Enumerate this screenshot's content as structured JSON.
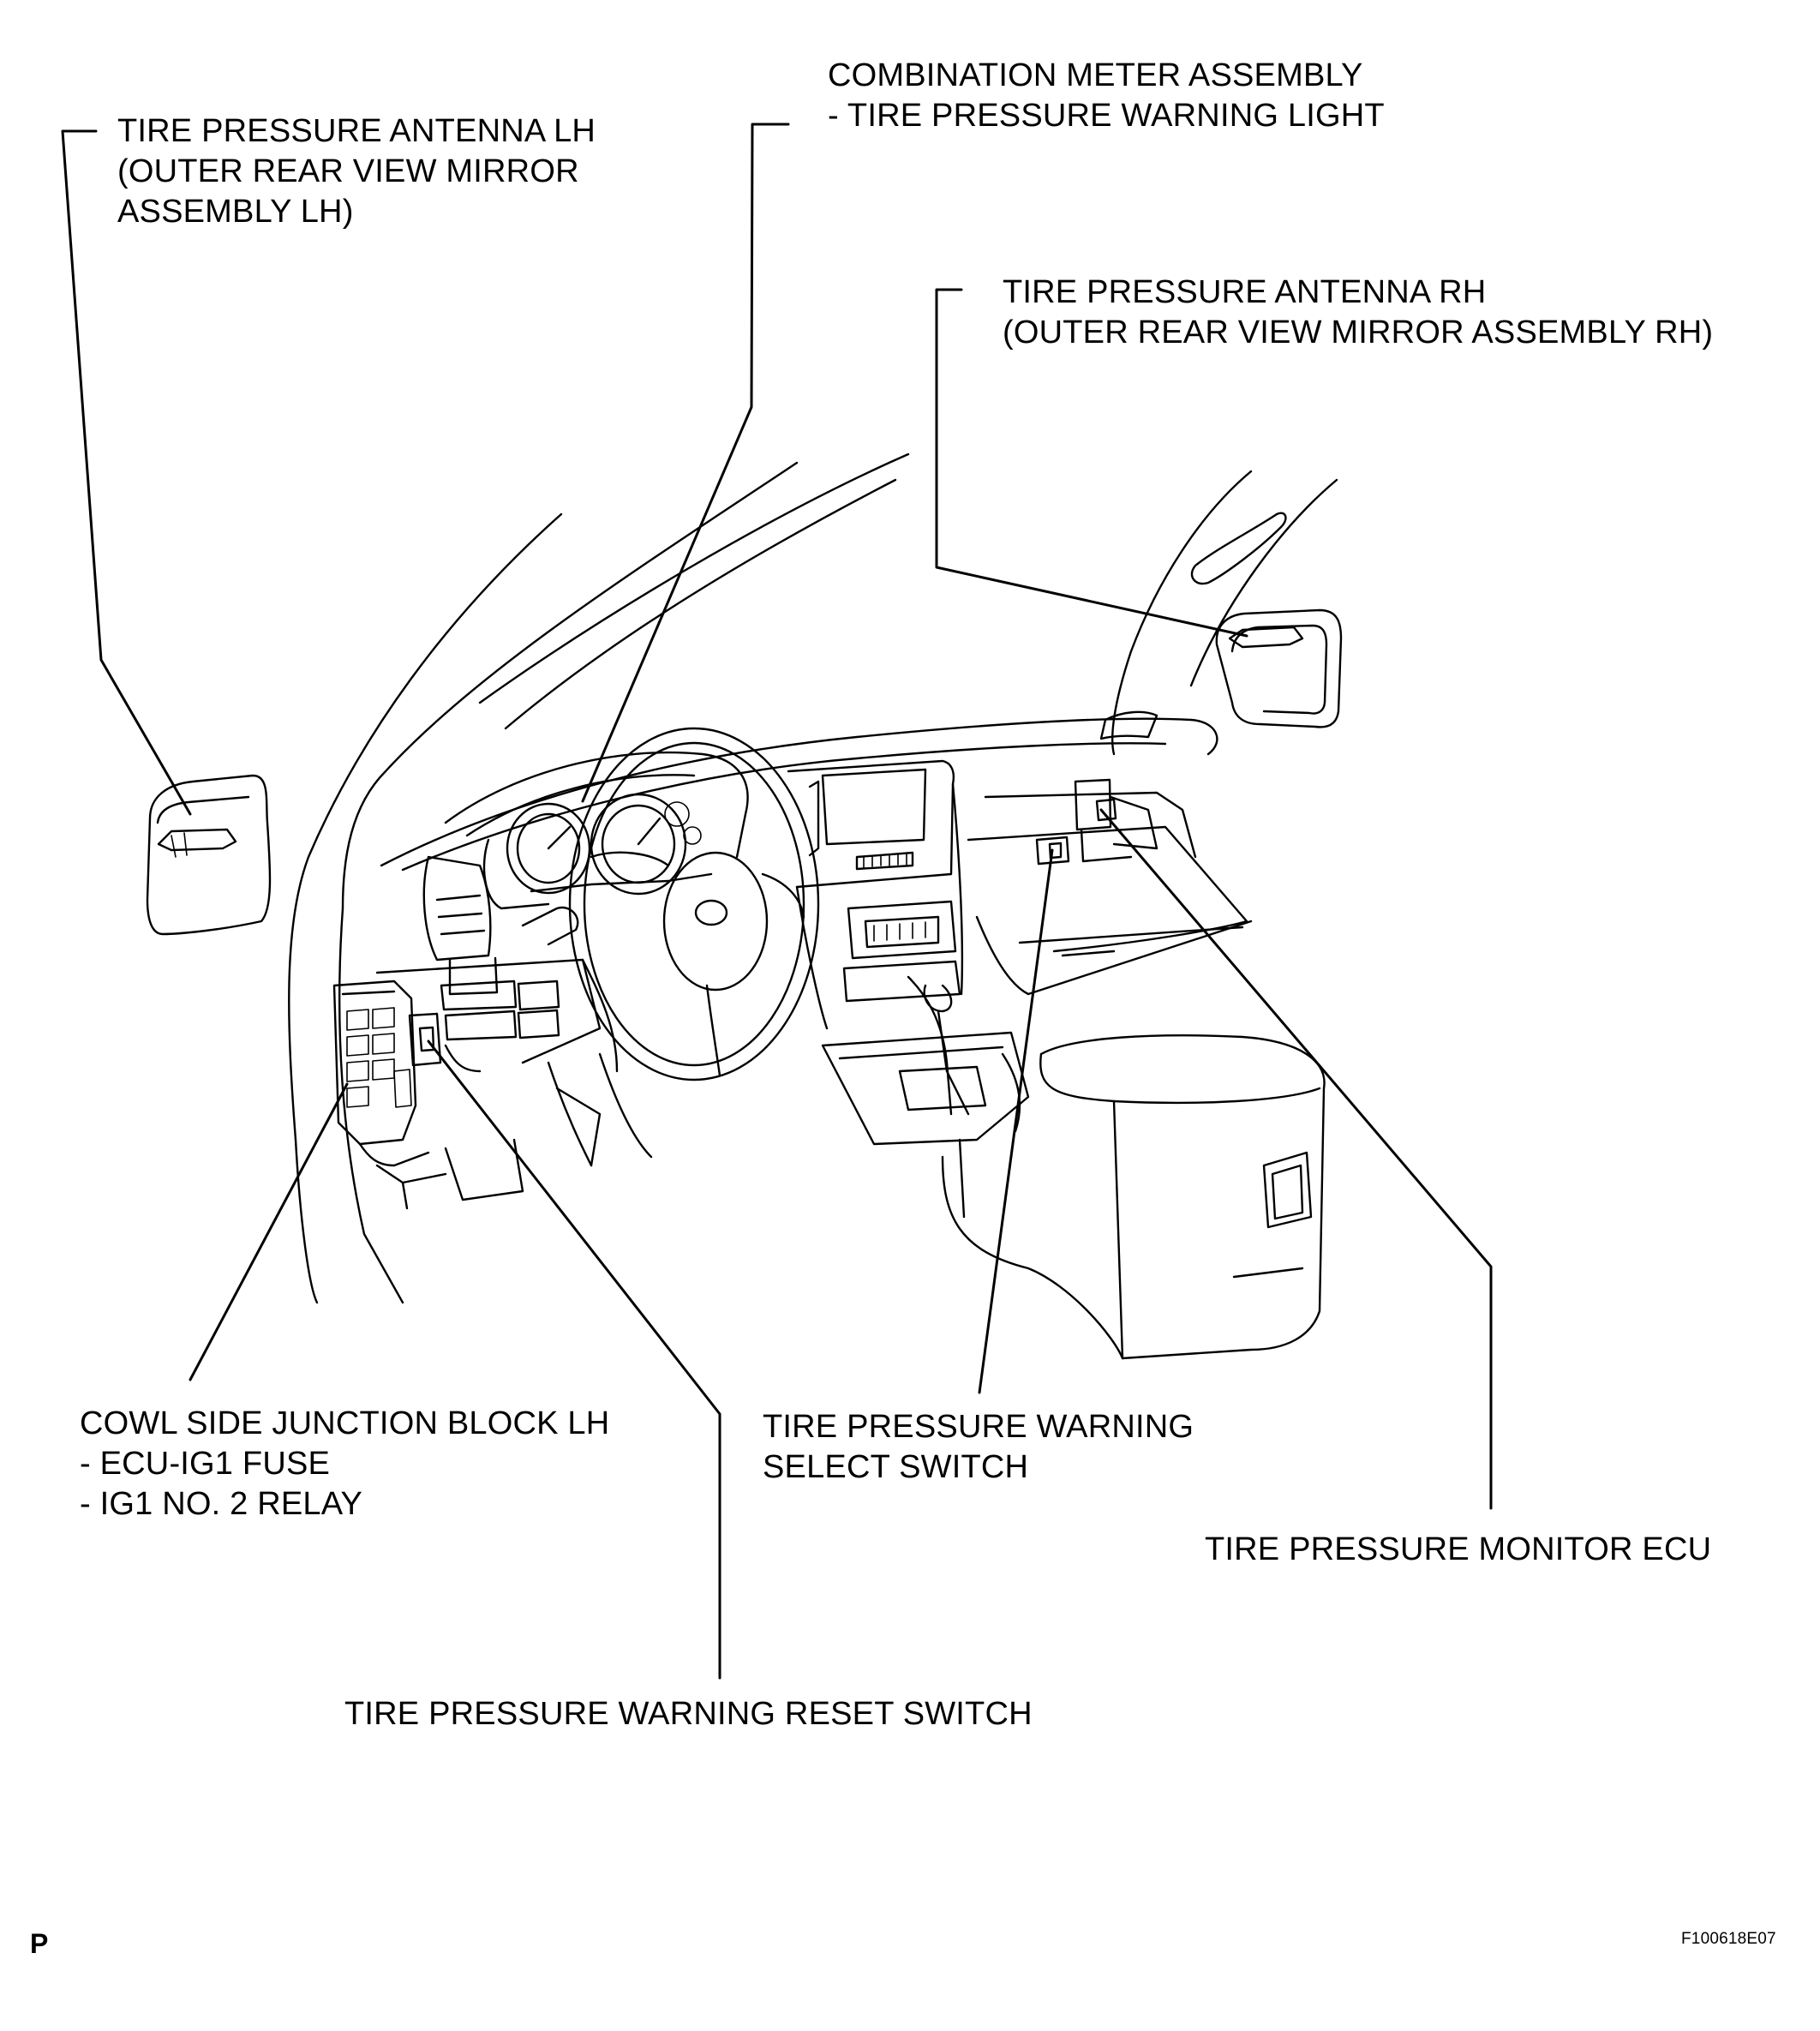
{
  "labels": {
    "antenna_lh": [
      "TIRE PRESSURE ANTENNA LH",
      "(OUTER REAR VIEW MIRROR",
      "ASSEMBLY LH)"
    ],
    "combination_meter": [
      "COMBINATION METER ASSEMBLY",
      "- TIRE PRESSURE WARNING LIGHT"
    ],
    "antenna_rh": [
      "TIRE PRESSURE ANTENNA RH",
      "(OUTER REAR VIEW MIRROR ASSEMBLY RH)"
    ],
    "cowl_junction": [
      "COWL SIDE JUNCTION BLOCK LH",
      "- ECU-IG1 FUSE",
      "- IG1 NO. 2 RELAY"
    ],
    "select_switch": [
      "TIRE PRESSURE WARNING",
      "SELECT SWITCH"
    ],
    "monitor_ecu": [
      "TIRE PRESSURE MONITOR ECU"
    ],
    "reset_switch": [
      "TIRE PRESSURE WARNING RESET SWITCH"
    ]
  },
  "corner_mark": "P",
  "figure_id": "F100618E07"
}
